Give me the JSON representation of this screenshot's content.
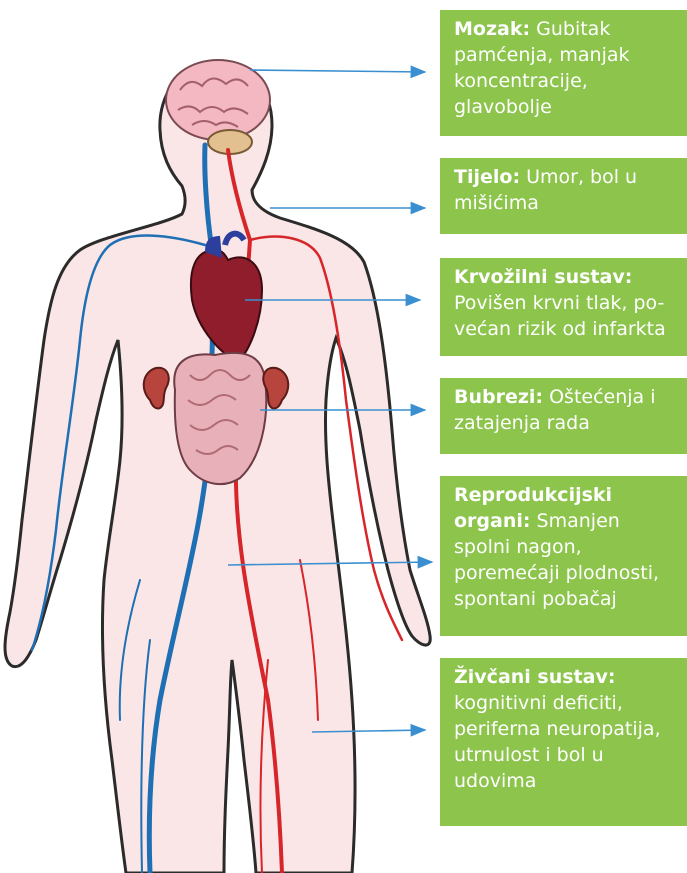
{
  "colors": {
    "box_bg": "#8cc44c",
    "box_text": "#ffffff",
    "arrow": "#3a8fd0",
    "artery": "#d7262a",
    "vein": "#1f6fb5",
    "skin": "#fae6e6",
    "outline": "#2b2b2b"
  },
  "boxes": [
    {
      "title": "Mozak:",
      "desc": "Gubitak pamćenja, manjak koncentracije, glavobolje"
    },
    {
      "title": "Tijelo:",
      "desc": "Umor, bol u mišićima"
    },
    {
      "title": "Krvožilni  sustav:",
      "desc": "Povišen krvni tlak, po-većan rizik od infarkta"
    },
    {
      "title": "Bubrezi:",
      "desc": "Oštećenja i zatajenja rada"
    },
    {
      "title": "Reprodukcijski organi:",
      "desc": "Smanjen spolni nagon, poremećaji plodnosti, spontani pobačaj"
    },
    {
      "title": "Živčani sustav:",
      "desc": "kognitivni deficiti, periferna neuropatija, utrnulost i bol u udovima"
    }
  ]
}
